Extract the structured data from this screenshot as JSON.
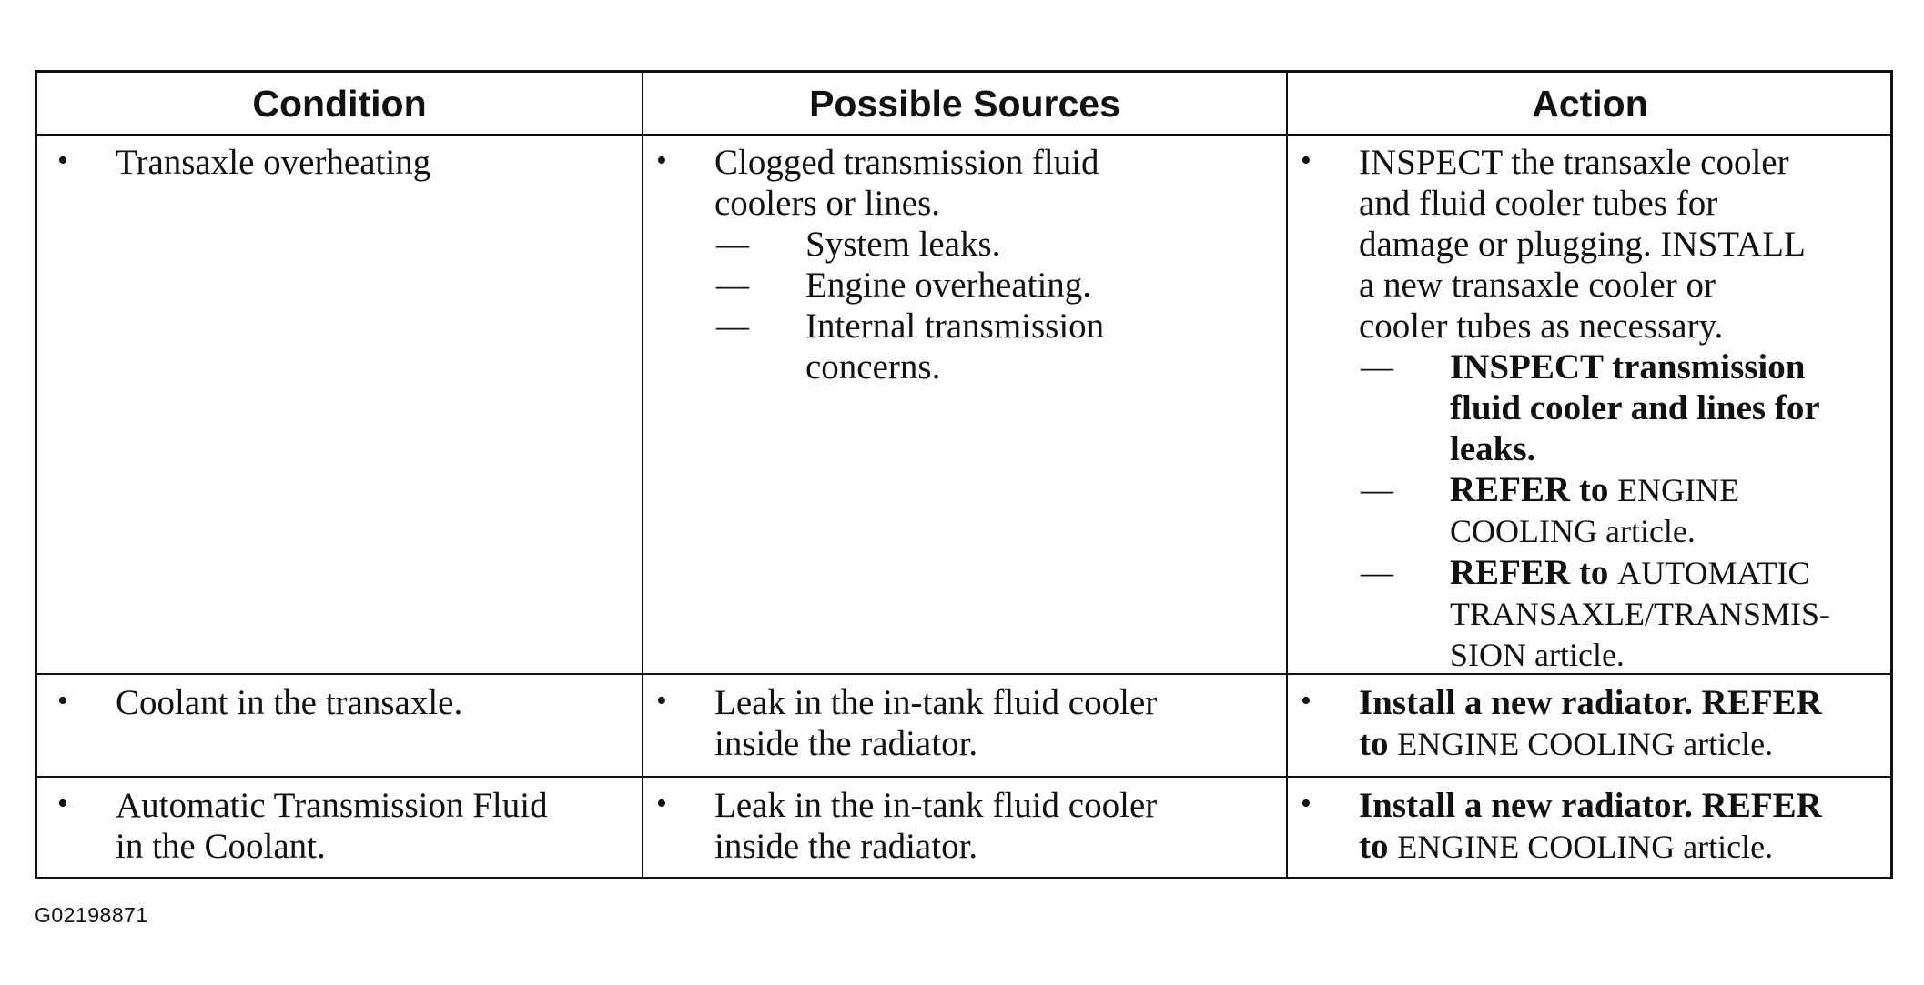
{
  "headers": {
    "condition": "Condition",
    "sources": "Possible Sources",
    "action": "Action"
  },
  "rows": [
    {
      "condition": "Transaxle overheating",
      "sources": {
        "main": [
          "Clogged transmission fluid",
          "coolers or lines."
        ],
        "subs": [
          [
            "System leaks."
          ],
          [
            "Engine overheating."
          ],
          [
            "Internal transmission",
            "concerns."
          ]
        ]
      },
      "action": {
        "main": [
          "INSPECT the transaxle cooler",
          "and fluid cooler tubes for",
          "damage or plugging. INSTALL",
          "a new transaxle cooler or",
          "cooler tubes as necessary."
        ],
        "sub1": [
          "INSPECT transmission",
          "fluid cooler and lines for",
          "leaks."
        ],
        "sub2": {
          "refer": "REFER to",
          "line1": "ENGINE",
          "line2": "COOLING article."
        },
        "sub3": {
          "refer": "REFER to",
          "line1": "AUTOMATIC",
          "line2": "TRANSAXLE/TRANSMIS-",
          "line3": "SION article."
        }
      }
    },
    {
      "condition": "Coolant in the transaxle.",
      "sources": [
        "Leak in the in-tank fluid cooler",
        "inside the radiator."
      ],
      "action": {
        "line1": "Install a new radiator. REFER",
        "to": "to",
        "rest": "ENGINE  COOLING article."
      }
    },
    {
      "condition": [
        "Automatic Transmission Fluid",
        "in the Coolant."
      ],
      "sources": [
        "Leak in the in-tank fluid cooler",
        "inside the radiator."
      ],
      "action": {
        "line1": "Install a new radiator. REFER",
        "to": "to",
        "rest": "ENGINE  COOLING article."
      }
    }
  ],
  "bullet": "•",
  "dash": "—",
  "figure_code": "G02198871"
}
